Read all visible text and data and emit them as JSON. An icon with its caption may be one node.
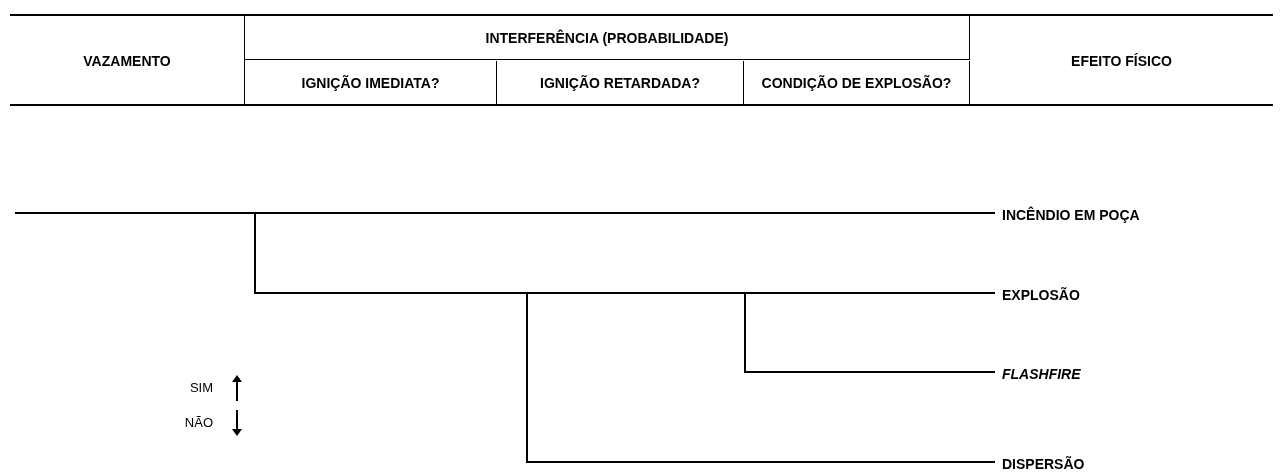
{
  "diagram": {
    "nodes": [
      {
        "text": [
          "INCÊNDIO EM POÇA"
        ]
      },
      {
        "text": [
          "EXPLOSÃO"
        ]
      },
      {
        "text": [
          "FLASHFIRE"
        ]
      },
      {
        "text": [
          "DISPERSÃO"
        ]
      }
    ],
    "edges": [
      {
        "from": null,
        "to": 0,
        "arrow": "none"
      },
      {
        "from": null,
        "to": 1,
        "arrow": "none"
      },
      {
        "from": null,
        "to": 2,
        "arrow": "none"
      },
      {
        "from": null,
        "to": 3,
        "arrow": "none"
      }
    ],
    "labels": [
      "VAZAMENTO",
      "INTERFERÊNCIA (PROBABILIDADE)",
      "EFEITO FÍSICO",
      "IGNIÇÃO IMEDIATA?",
      "IGNIÇÃO RETARDADA?",
      "CONDIÇÃO DE EXPLOSÃO?"
    ],
    "legend": [
      {
        "text": "SIM"
      },
      {
        "text": "NÃO"
      }
    ]
  }
}
